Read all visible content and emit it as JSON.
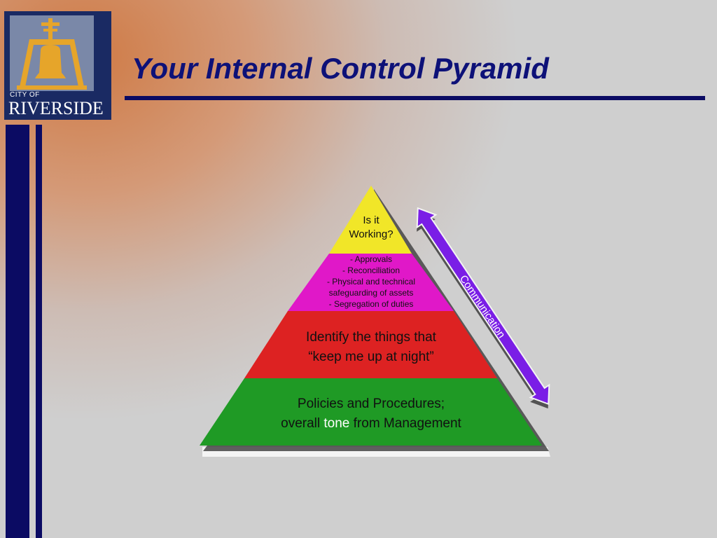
{
  "slide": {
    "title": "Your Internal Control Pyramid"
  },
  "logo": {
    "city_of": "CITY OF",
    "name": "RIVERSIDE"
  },
  "pyramid": {
    "tiers": [
      {
        "lines": [
          "Is it",
          "Working?"
        ],
        "color": "#f1e628"
      },
      {
        "lines": [
          "- Approvals",
          "- Reconciliation",
          "- Physical and technical",
          "safeguarding of assets",
          "- Segregation of duties"
        ],
        "color": "#e018c8"
      },
      {
        "lines": [
          "Identify the things that",
          "“keep me up at night”"
        ],
        "color": "#dd2222"
      },
      {
        "line1": "Policies and Procedures;",
        "line2_pre": "overall ",
        "line2_highlight": "tone",
        "line2_post": " from Management",
        "color": "#1f9a25"
      }
    ]
  },
  "arrow": {
    "label": "Communication",
    "color": "#7a1ee6"
  },
  "colors": {
    "title": "#0d1178",
    "bars": "#0b0b63",
    "tone_highlight": "#ffffff"
  }
}
